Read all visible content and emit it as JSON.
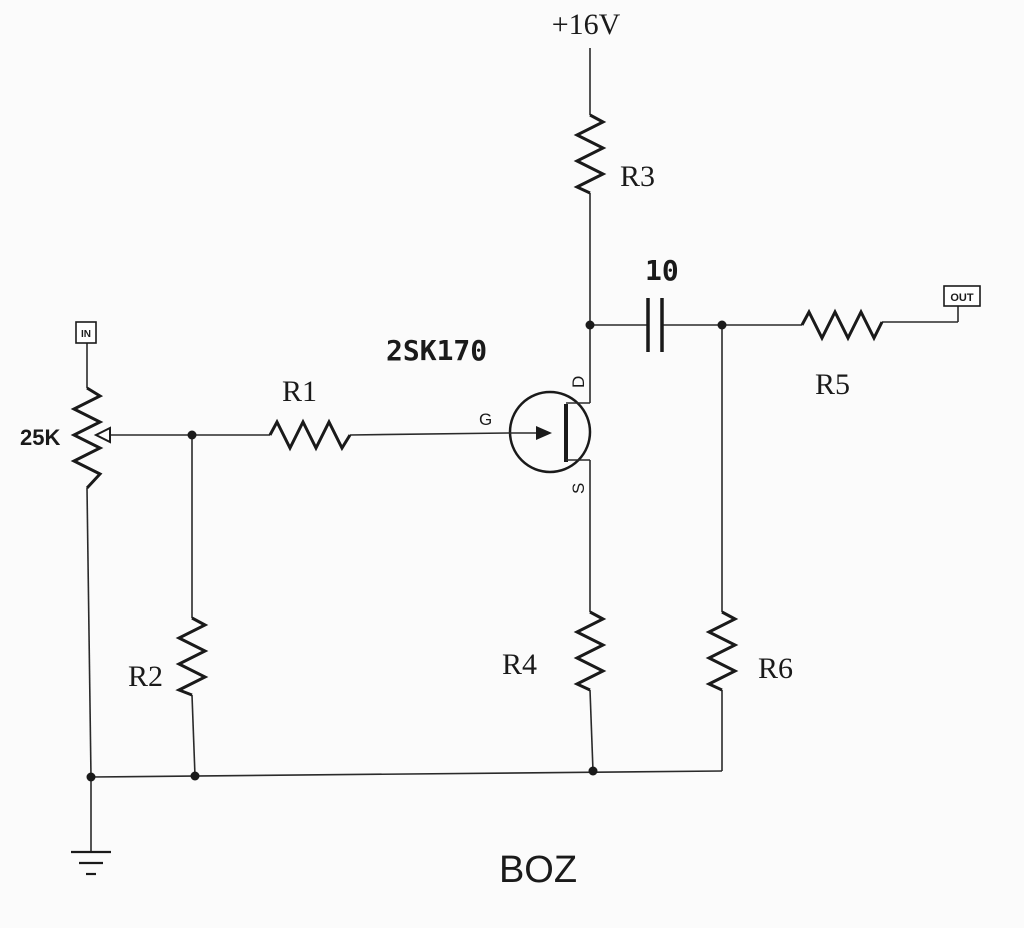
{
  "supply": "+16V",
  "resistors": {
    "r1": "R1",
    "r2": "R2",
    "r3": "R3",
    "r4": "R4",
    "r5": "R5",
    "r6": "R6"
  },
  "capacitor": "10",
  "transistor": {
    "part": "2SK170",
    "gate": "G",
    "drain": "D",
    "source": "S"
  },
  "pot": "25K",
  "input_jack": "IN",
  "output_jack": "OUT",
  "caption": "BOZ"
}
